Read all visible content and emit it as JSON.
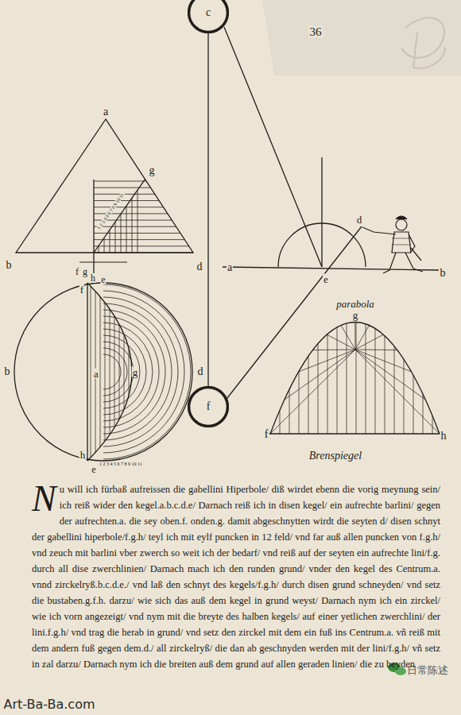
{
  "diagram": {
    "nodes": [
      {
        "text": [
          "c"
        ]
      },
      {
        "text": [
          "f"
        ]
      }
    ],
    "edges": [
      {
        "from": 0,
        "to": 1,
        "arrow": "none"
      }
    ],
    "labels": [
      "a",
      "g",
      "b",
      "d",
      "f",
      "g",
      "h",
      "e",
      "1 2 3 4 5 6 7 8 9 10 11",
      "b",
      "d",
      "a",
      "g",
      "f",
      "h",
      "e",
      "1 2 3 4 5 6 7 8 9 10 11",
      "36",
      "a",
      "e",
      "b",
      "d",
      "parabola",
      "g",
      "f",
      "h",
      "Brenspiegel",
      "Nu will ich fürbaß aufreissen die gabellini Hiperbole/ diß wirdet ebenn die vorig meynung sein/ ich reiß wider den kegel.a.b.c.d.e/ Darnach reiß ich in disen kegel/ ein aufrechte barlini/ gegen der aufrechten.a. die sey oben.f. onden.g. damit abgeschnytten wirdt die seyten d/ disen schnyt der gabellini hiperbole/f.g.h/ teyl ich mit eylf puncken in 12 feld/ vnd far auß allen puncken von f.g.h/ vnd zeuch mit barlini vber zwerch so weit ich der bedarf/ vnd reiß auf der seyten ein aufrechte lini/f.g. durch all dise zwerchlinien/ Darnach mach ich den runden grund/ vnder den kegel des Centrum.a. vnnd zirckelryß.b.c.d.e./ vnd laß den schnyt des kegels/f.g.h/ durch disen grund schneyden/ vnd setz die bustaben.g.f.h. darzu/ wie sich das auß dem kegel in grund weyst/ Darnach nym ich ein zirckel/ wie ich vorn angezeigt/ vnd nym mit die breyte des halben kegels/ auf einer yetlichen zwerchlini/ der lini.f.g.h/ vnd trag die herab in grund/ vnd setz den zirckel mit dem ein fuß ins Centrum.a. vñ reiß mit dem andern fuß gegen dem.d./ all zirckelryß/ die dan ab geschnyden werden mit der lini/f.g.h/ vñ setz in zal darzu/ Darnach nym ich die breiten auß dem grund auf allen geraden linien/ die zu beyden",
      "Art-Ba-Ba.com",
      "日常陈述"
    ]
  }
}
